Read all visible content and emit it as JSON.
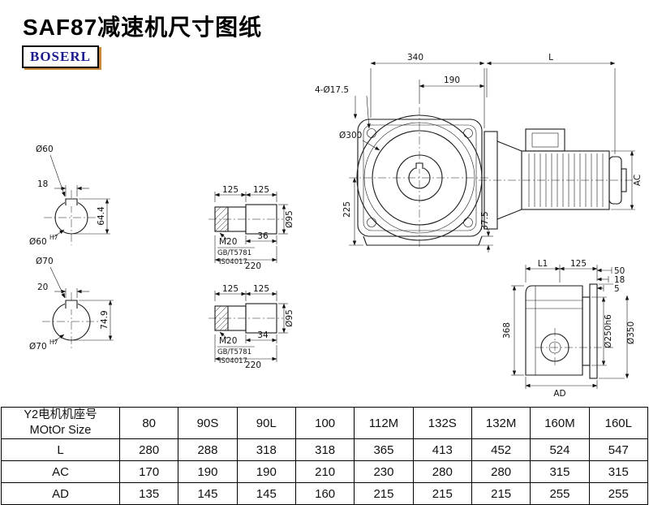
{
  "title": "SAF87减速机尺寸图纸",
  "brand": "BOSERL",
  "colors": {
    "line": "#1a1a1a",
    "brand_text": "#1b1b8e",
    "brand_accent": "#c8873a"
  },
  "drawing": {
    "s60": {
      "dia": "Ø60",
      "key": "18",
      "h": "64.4",
      "fit": "Ø60",
      "fit_sup": "H7"
    },
    "s70": {
      "dia": "Ø70",
      "key": "20",
      "h": "74.9",
      "fit": "Ø70",
      "fit_sup": "H7"
    },
    "sh1": {
      "d1": "125",
      "d2": "125",
      "thread": "M20",
      "std1": "GB/T5781",
      "std2": "IS04017",
      "klen": "36",
      "len": "220",
      "dia": "Ø95"
    },
    "sh2": {
      "d1": "125",
      "d2": "125",
      "thread": "M20",
      "std1": "GB/T5781",
      "std2": "IS04017",
      "klen": "34",
      "len": "220",
      "dia": "Ø95"
    },
    "fv": {
      "w": "340",
      "l": "L",
      "d190": "190",
      "holes": "4-Ø17.5",
      "d300": "Ø300",
      "d225": "225",
      "d375": "37.5",
      "ac": "AC"
    },
    "sv": {
      "l1": "L1",
      "d125": "125",
      "d50": "50",
      "d18": "18",
      "d5": "5",
      "h": "368",
      "d250": "Ø250h6",
      "d350": "Ø350",
      "ad": "AD"
    }
  },
  "table": {
    "row_header_cn": "Y2电机机座号",
    "row_header_en": "MOtOr Size",
    "columns": [
      "80",
      "90S",
      "90L",
      "100",
      "112M",
      "132S",
      "132M",
      "160M",
      "160L"
    ],
    "rows": [
      {
        "label": "L",
        "values": [
          "280",
          "288",
          "318",
          "318",
          "365",
          "413",
          "452",
          "524",
          "547"
        ]
      },
      {
        "label": "AC",
        "values": [
          "170",
          "190",
          "190",
          "210",
          "230",
          "280",
          "280",
          "315",
          "315"
        ]
      },
      {
        "label": "AD",
        "values": [
          "135",
          "145",
          "145",
          "160",
          "215",
          "215",
          "215",
          "255",
          "255"
        ]
      }
    ]
  }
}
